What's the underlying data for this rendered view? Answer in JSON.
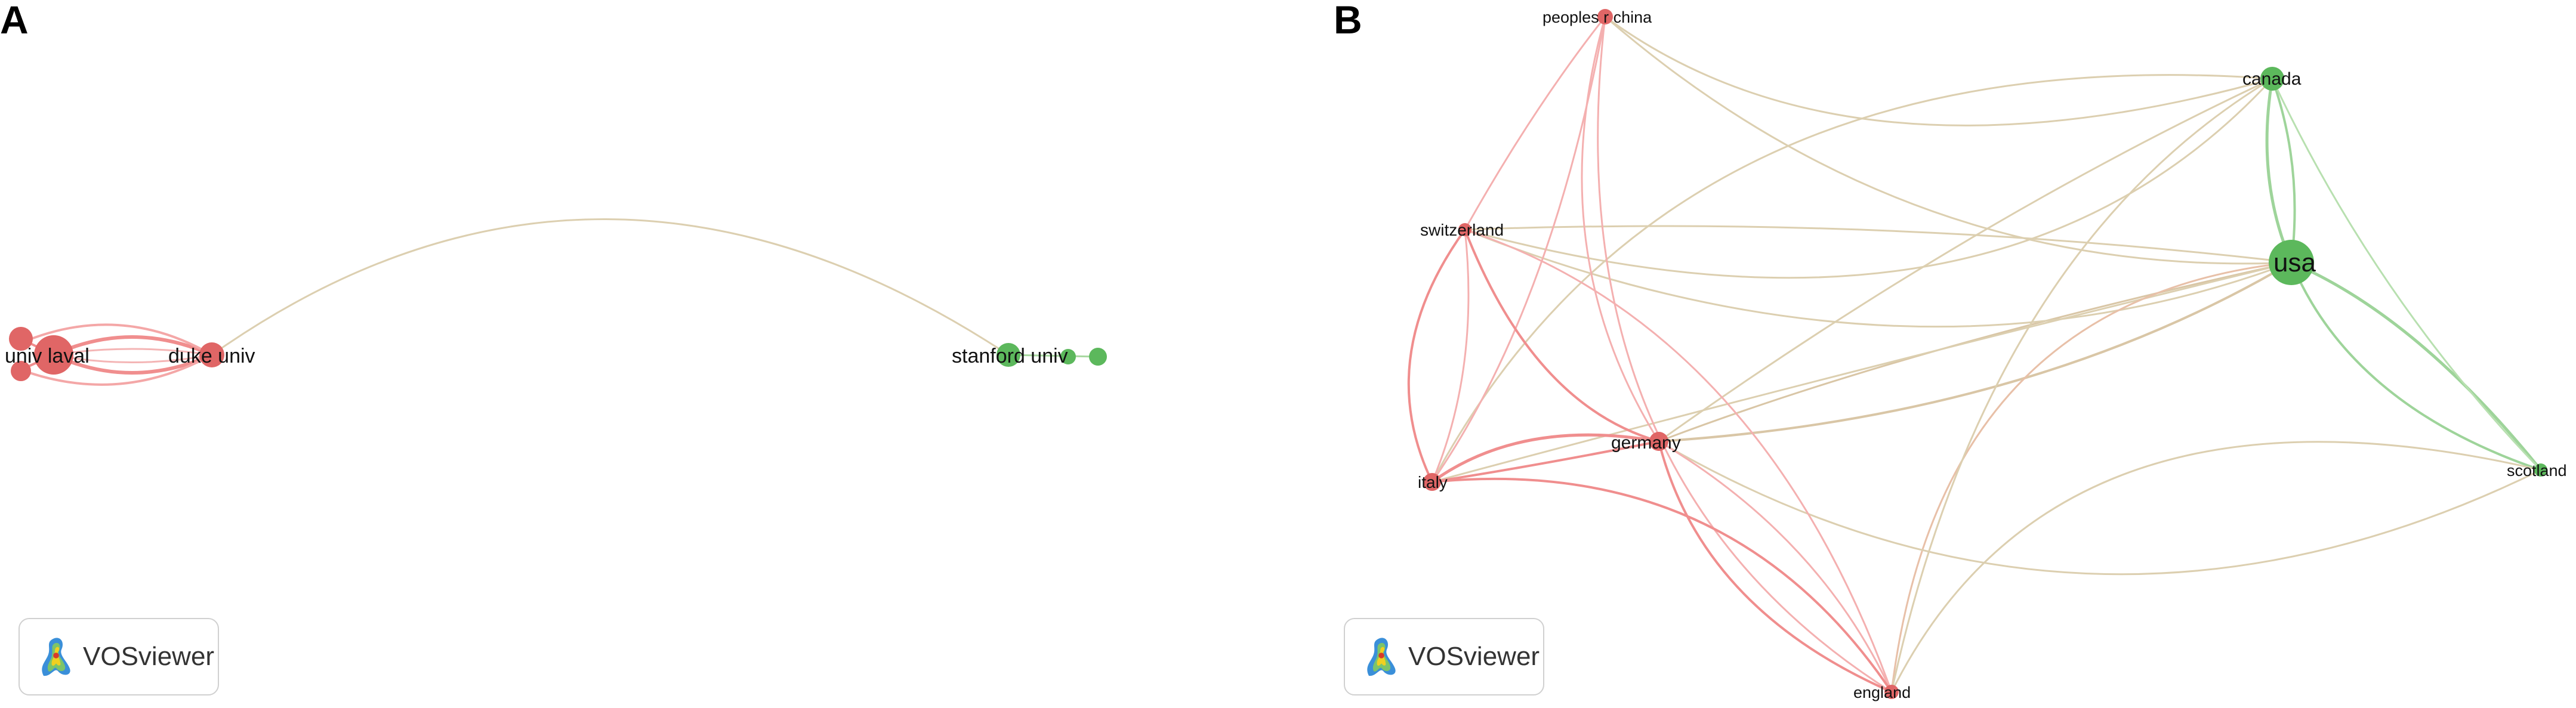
{
  "panels": {
    "a": {
      "letter": "A",
      "nodes": [
        {
          "id": "univ-laval",
          "label": "univ laval",
          "cluster": "red"
        },
        {
          "id": "duke-univ",
          "label": "duke univ",
          "cluster": "red"
        },
        {
          "id": "stanford-univ",
          "label": "stanford univ",
          "cluster": "green"
        }
      ],
      "logo_text": "VOSviewer"
    },
    "b": {
      "letter": "B",
      "nodes": [
        {
          "id": "peoples-r-china",
          "label": "peoples r china",
          "cluster": "red"
        },
        {
          "id": "canada",
          "label": "canada",
          "cluster": "green"
        },
        {
          "id": "switzerland",
          "label": "switzerland",
          "cluster": "red"
        },
        {
          "id": "usa",
          "label": "usa",
          "cluster": "green"
        },
        {
          "id": "germany",
          "label": "germany",
          "cluster": "red"
        },
        {
          "id": "italy",
          "label": "italy",
          "cluster": "red"
        },
        {
          "id": "scotland",
          "label": "scotland",
          "cluster": "green"
        },
        {
          "id": "england",
          "label": "england",
          "cluster": "red"
        }
      ],
      "logo_text": "VOSviewer"
    }
  },
  "colors": {
    "red_cluster": "#e06666",
    "green_cluster": "#5cb85c",
    "red_link": "#f2a0a0",
    "green_link": "#a8d8a0",
    "mixed_link": "#d9cfae"
  }
}
